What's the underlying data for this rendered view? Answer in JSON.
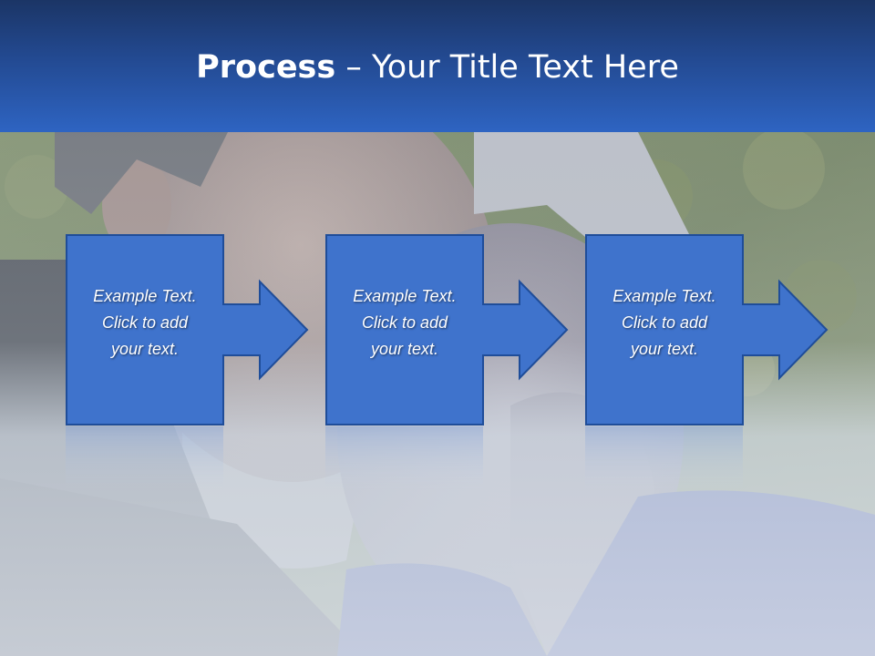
{
  "title": {
    "bold": "Process",
    "rest": " – Your Title Text Here"
  },
  "steps": [
    {
      "text": "Example Text.\nClick  to add\nyour text."
    },
    {
      "text": "Example Text.\nClick  to add\nyour text."
    },
    {
      "text": "Example Text.\nClick  to add\nyour text."
    }
  ],
  "colors": {
    "title_band_top": "#1b3566",
    "title_band_bottom": "#2e64c2",
    "step_fill": "#3f73cc",
    "step_stroke": "#1f4d99"
  }
}
